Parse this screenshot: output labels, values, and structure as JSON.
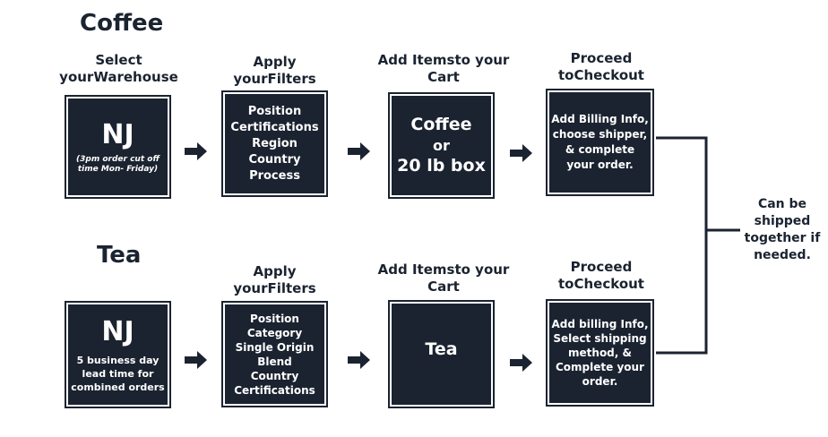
{
  "coffee": {
    "title": "Coffee",
    "steps": [
      {
        "label": [
          "Select your",
          "Warehouse"
        ],
        "big": "NJ",
        "lines": [
          "(3pm order cut off",
          "time Mon- Friday)"
        ]
      },
      {
        "label": [
          "Apply your",
          "Filters"
        ],
        "lines": [
          "Position",
          "Certifications",
          "Region",
          "Country",
          "Process"
        ]
      },
      {
        "label": [
          "Add Items",
          "to your Cart"
        ],
        "lines": [
          "Coffee",
          "or",
          "20 lb box"
        ]
      },
      {
        "label": [
          "Proceed to",
          "Checkout"
        ],
        "lines": [
          "Add Billing Info,",
          "choose shipper,",
          "& complete",
          "your order."
        ]
      }
    ]
  },
  "tea": {
    "title": "Tea",
    "steps": [
      {
        "big": "NJ",
        "lines": [
          "5 business day",
          "lead time for",
          "combined orders"
        ]
      },
      {
        "label": [
          "Apply your",
          "Filters"
        ],
        "lines": [
          "Position",
          "Category",
          "Single Origin",
          "Blend",
          "Country",
          "Certifications"
        ]
      },
      {
        "label": [
          "Add Items",
          "to your Cart"
        ],
        "lines": [
          "Tea"
        ]
      },
      {
        "label": [
          "Proceed to",
          "Checkout"
        ],
        "lines": [
          "Add billing Info,",
          "Select shipping",
          "method, &",
          "Complete your",
          "order."
        ]
      }
    ]
  },
  "note": [
    "Can be",
    "shipped",
    "together if",
    "needed."
  ],
  "colors": {
    "box": "#1b2330",
    "text": "#1b2330",
    "box_text": "#ffffff"
  }
}
